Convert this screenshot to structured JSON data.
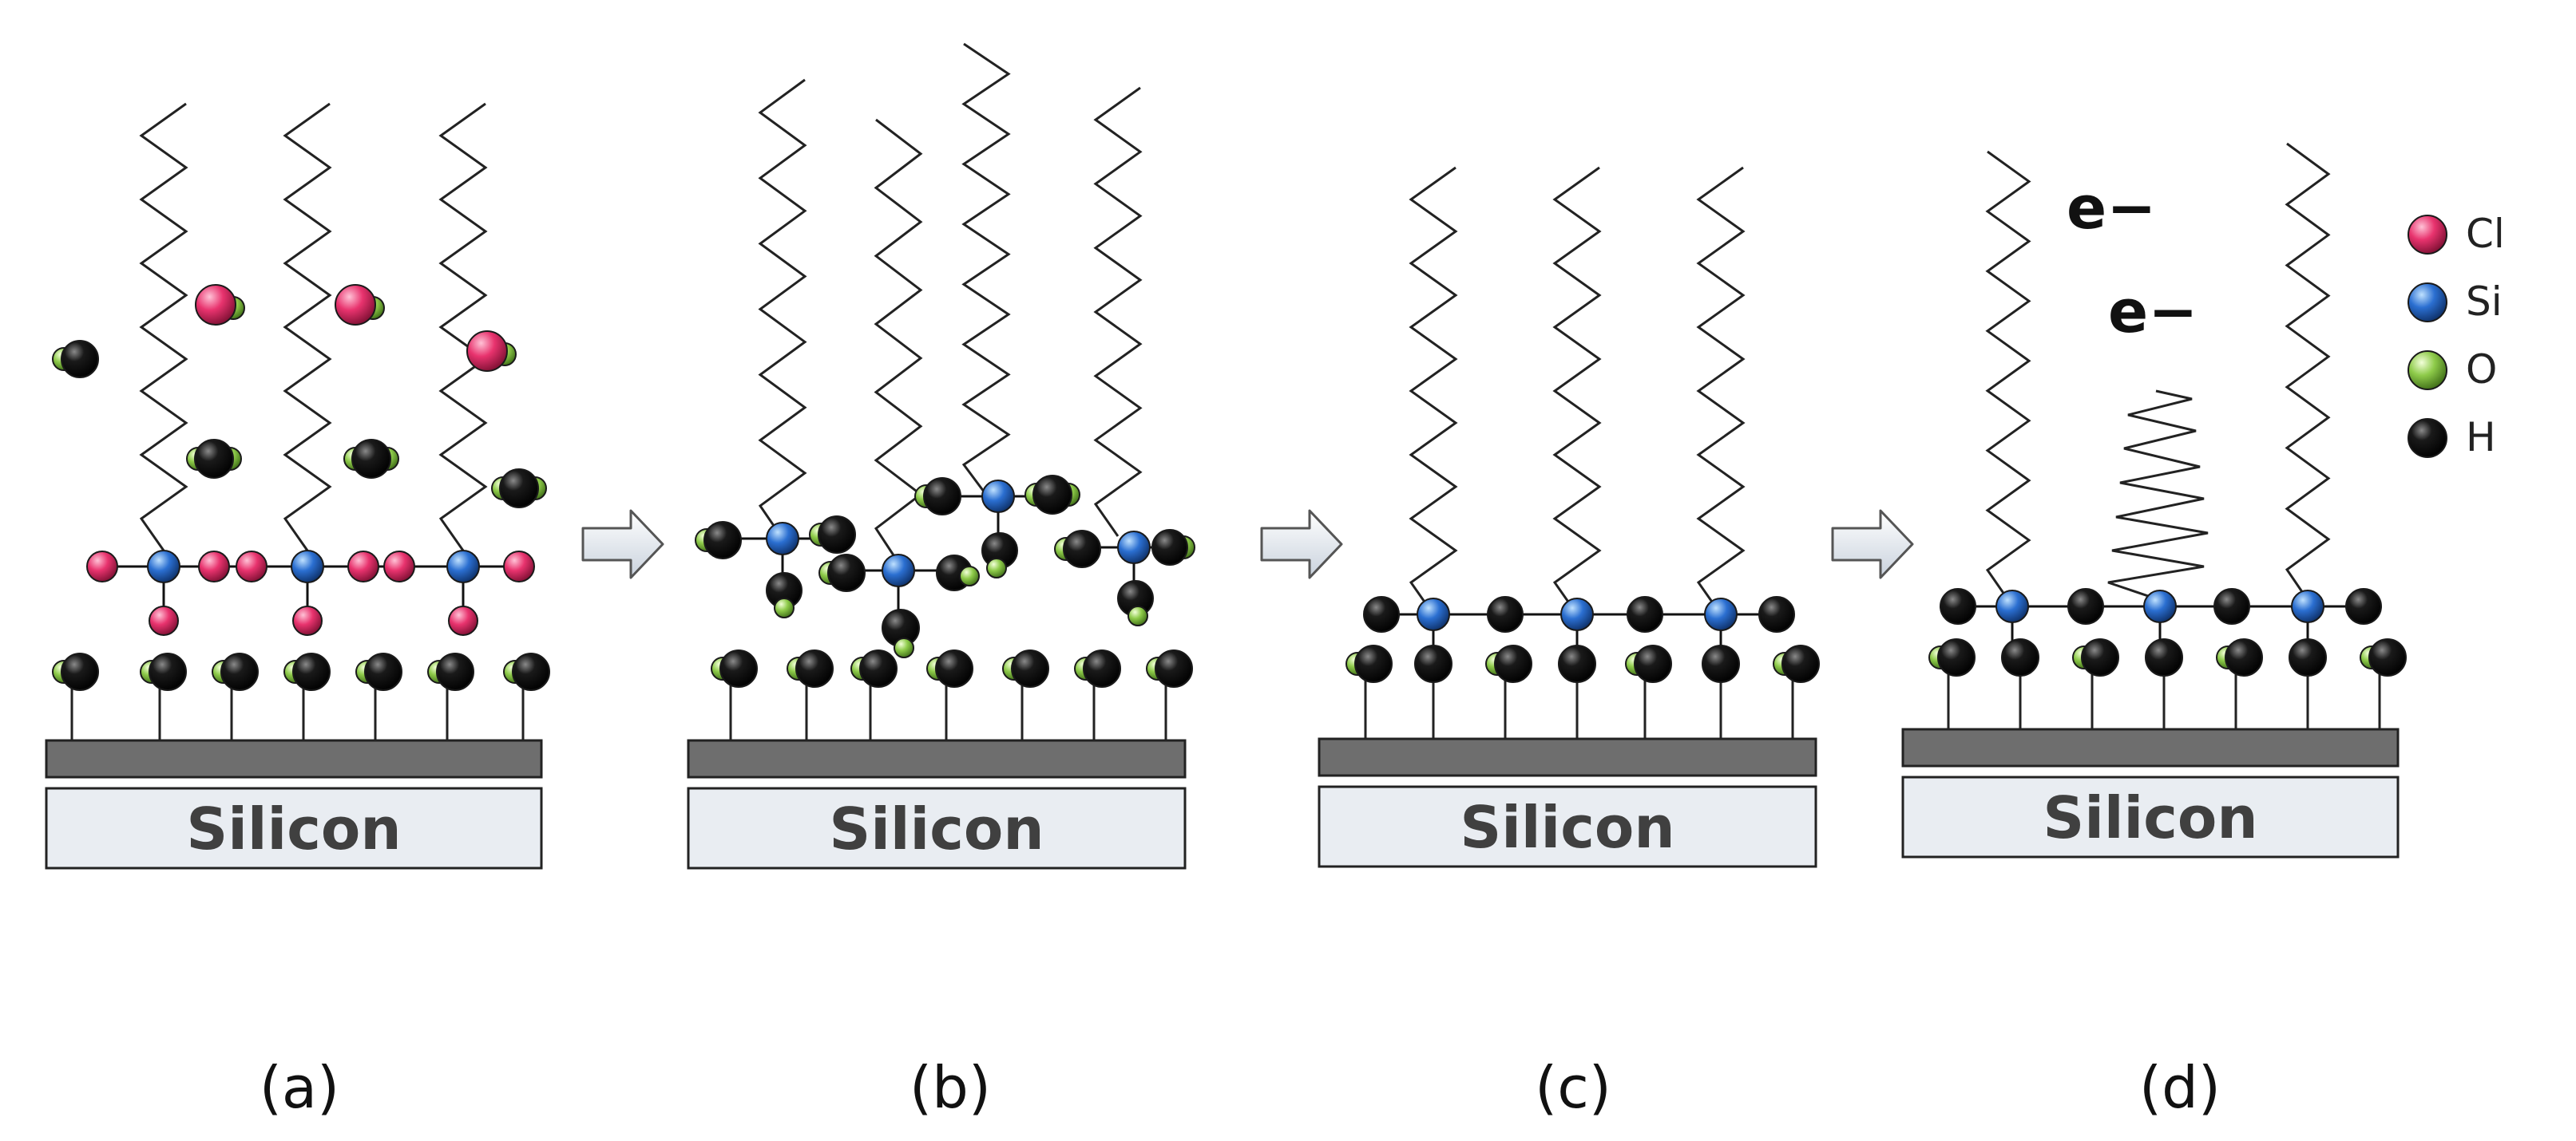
{
  "substrate_label": "Silicon",
  "electron_label": "e−",
  "panel_labels": [
    "(a)",
    "(b)",
    "(c)",
    "(d)"
  ],
  "legend": [
    {
      "label": "Cl",
      "color": "#e8336e"
    },
    {
      "label": "Si",
      "color": "#2b6fd1"
    },
    {
      "label": "O",
      "color": "#8ecb4a"
    },
    {
      "label": "H",
      "color": "#111111"
    }
  ],
  "colors": {
    "substrate_top": "#6e6e6e",
    "substrate_body": "#e9edf2",
    "arrow_fill": "#eef1f5"
  }
}
